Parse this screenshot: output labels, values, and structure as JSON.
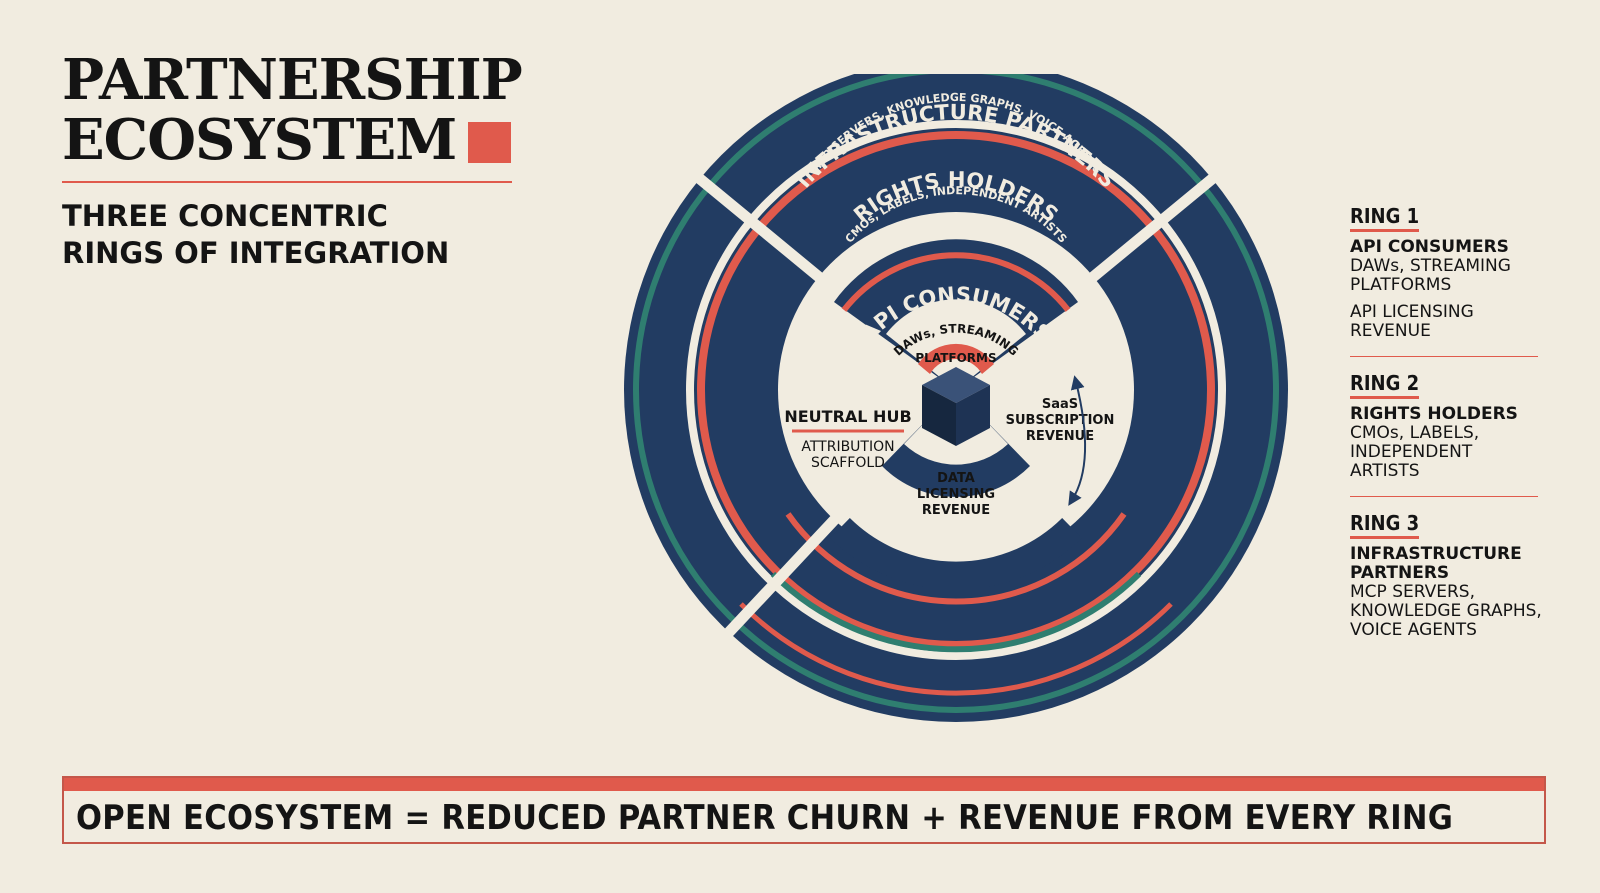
{
  "title": {
    "line1": "PARTNERSHIP",
    "line2": "ECOSYSTEM"
  },
  "subtitle": {
    "line1": "THREE CONCENTRIC",
    "line2": "RINGS OF INTEGRATION"
  },
  "colors": {
    "navy": "#223c62",
    "red": "#e05a4c",
    "teal": "#2f7e70",
    "cream": "#f1ece0"
  },
  "diagram": {
    "outer": {
      "title": "INFRASTRUCTURE PARTNERS",
      "sub": "MCP SERVERS, KNOWLEDGE GRAPHS, VOICE AGENTS"
    },
    "middle": {
      "title": "RIGHTS HOLDERS",
      "sub": "CMOs, LABELS, INDEPENDENT ARTISTS"
    },
    "inner": {
      "title": "API CONSUMERS",
      "sub1": "DAWs, STREAMING",
      "sub2": "PLATFORMS"
    },
    "hub": {
      "title": "NEUTRAL HUB",
      "sub1": "ATTRIBUTION",
      "sub2": "SCAFFOLD"
    },
    "saas": {
      "l1": "SaaS",
      "l2": "SUBSCRIPTION",
      "l3": "REVENUE"
    },
    "data": {
      "l1": "DATA",
      "l2": "LICENSING",
      "l3": "REVENUE"
    }
  },
  "legend": [
    {
      "ring": "RING 1",
      "name": [
        "API CONSUMERS"
      ],
      "detail": [
        "DAWs, STREAMING",
        "PLATFORMS"
      ],
      "revenue": [
        "API LICENSING",
        "REVENUE"
      ]
    },
    {
      "ring": "RING 2",
      "name": [
        "RIGHTS HOLDERS"
      ],
      "detail": [
        "CMOs, LABELS,",
        "INDEPENDENT",
        "ARTISTS"
      ]
    },
    {
      "ring": "RING 3",
      "name": [
        "INFRASTRUCTURE",
        "PARTNERS"
      ],
      "detail": [
        "MCP SERVERS,",
        "KNOWLEDGE GRAPHS,",
        "VOICE AGENTS"
      ]
    }
  ],
  "banner": "OPEN ECOSYSTEM = REDUCED PARTNER CHURN + REVENUE FROM EVERY RING"
}
